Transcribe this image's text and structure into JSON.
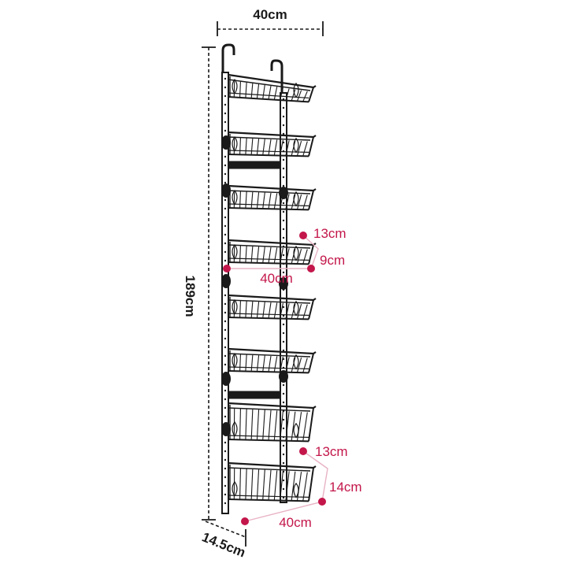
{
  "overall": {
    "width_label": "40cm",
    "height_label": "189cm",
    "depth_label": "14.5cm"
  },
  "small_basket": {
    "depth_label": "13cm",
    "height_label": "9cm",
    "width_label": "40cm"
  },
  "large_basket": {
    "depth_label": "13cm",
    "height_label": "14cm",
    "width_label": "40cm"
  },
  "rack": {
    "basket_count": 8,
    "small_basket_count": 6,
    "large_basket_count": 2
  },
  "colors": {
    "rack": "#1a1a1a",
    "dimension_line": "#1a1a1a",
    "accent": "#c3164a"
  }
}
